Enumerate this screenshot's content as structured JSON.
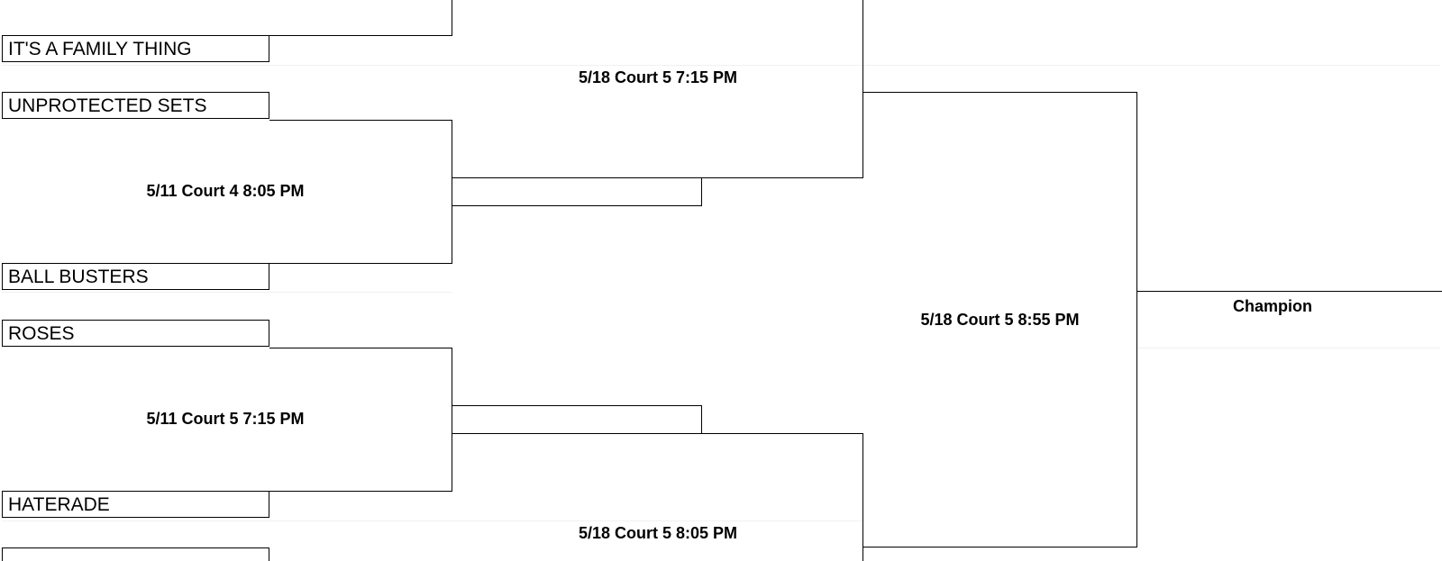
{
  "bracket": {
    "round1": {
      "teams": [
        "IT'S A FAMILY THING",
        "UNPROTECTED SETS",
        "BALL BUSTERS",
        "ROSES",
        "HATERADE"
      ],
      "matches": [
        "5/11 Court 4 8:05 PM",
        "5/11 Court 5 7:15 PM"
      ]
    },
    "round2": {
      "matches": [
        "5/18 Court 5 7:15 PM",
        "5/18 Court 5 8:05 PM"
      ]
    },
    "final": {
      "match": "5/18 Court 5 8:55 PM"
    },
    "champion_label": "Champion"
  }
}
